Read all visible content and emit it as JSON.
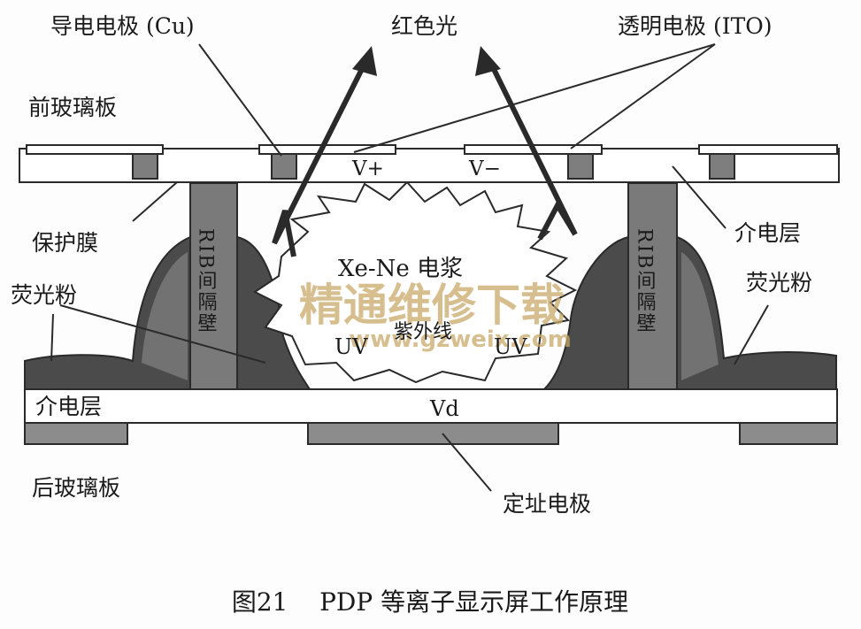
{
  "labels": {
    "conductive_electrode": "导电电极 (Cu)",
    "red_light": "红色光",
    "transparent_electrode": "透明电极 (ITO)",
    "front_glass": "前玻璃板",
    "v_plus": "V+",
    "v_minus": "V−",
    "dielectric_top": "介电层",
    "protective_film": "保护膜",
    "phosphor_left": "荧光粉",
    "phosphor_right": "荧光粉",
    "rib_left": "RIB间隔壁",
    "rib_right": "RIB间隔壁",
    "plasma": "Xe-Ne 电浆",
    "ultraviolet": "紫外线",
    "uv_left": "UV",
    "uv_right": "UV",
    "dielectric_bottom": "介电层",
    "vd": "Vd",
    "rear_glass": "后玻璃板",
    "address_electrode": "定址电极",
    "caption": "图21    PDP 等离子显示屏工作原理"
  },
  "watermark": {
    "text_cn": "精通维修下载",
    "text_url": "www.gzweix.com"
  },
  "colors": {
    "outline": "#2a2a2a",
    "phosphor": "#4a4a4a",
    "rib": "#7a7a7a",
    "electrode": "#8c8c8c",
    "plasma": "#ffffff",
    "watermark": "#c9a96a"
  }
}
